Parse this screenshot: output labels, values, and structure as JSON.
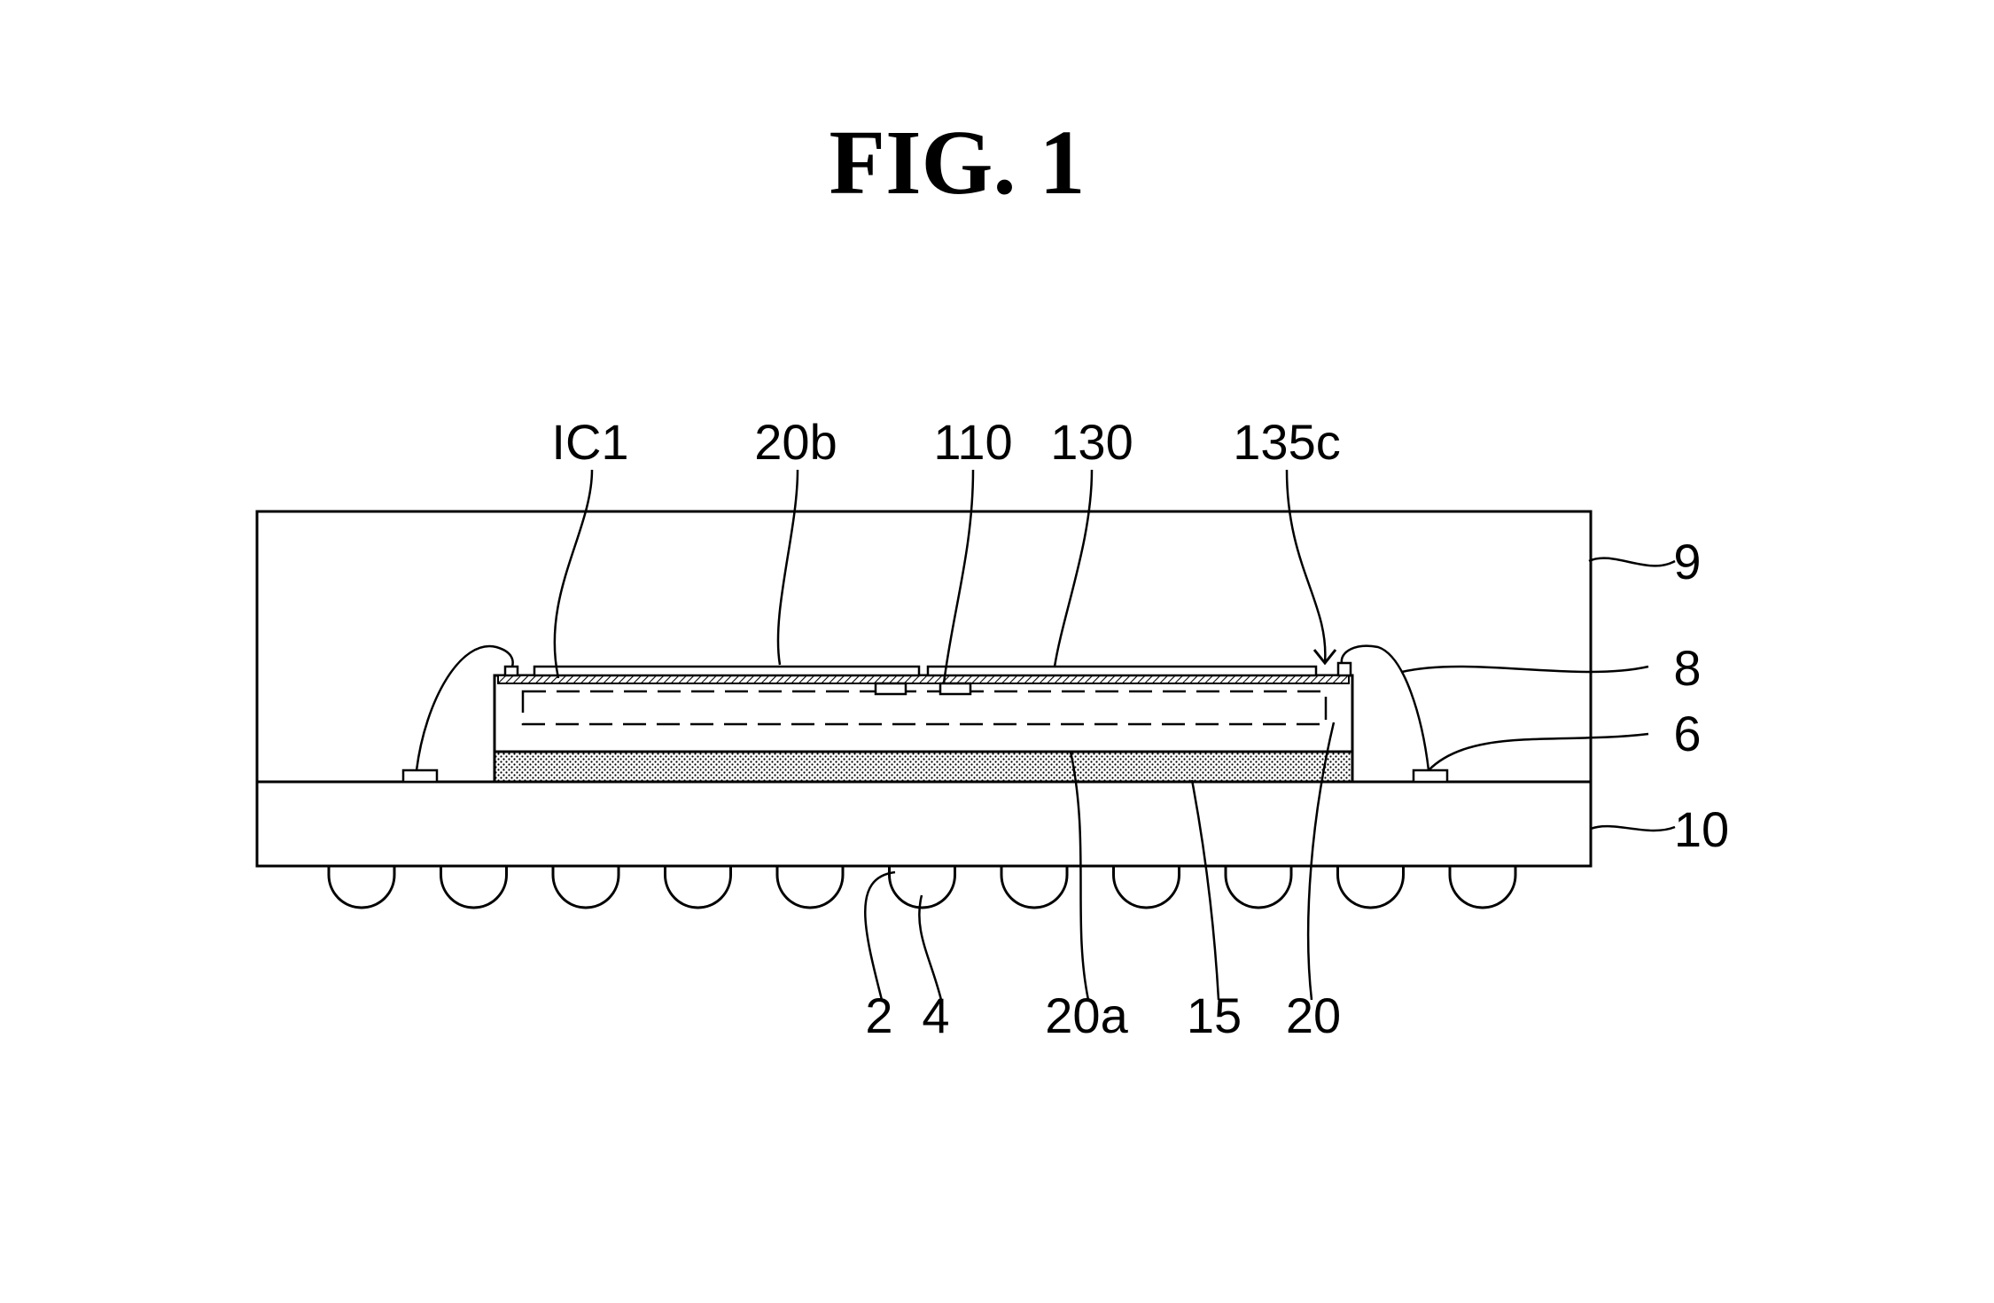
{
  "title": "FIG. 1",
  "labels": {
    "ic1": "IC1",
    "l20b": "20b",
    "l110": "110",
    "l130": "130",
    "l135c": "135c",
    "l9": "9",
    "l8": "8",
    "l6": "6",
    "l10": "10",
    "l2": "2",
    "l4": "4",
    "l20a": "20a",
    "l15": "15",
    "l20": "20"
  },
  "solder_ball_count": 11
}
